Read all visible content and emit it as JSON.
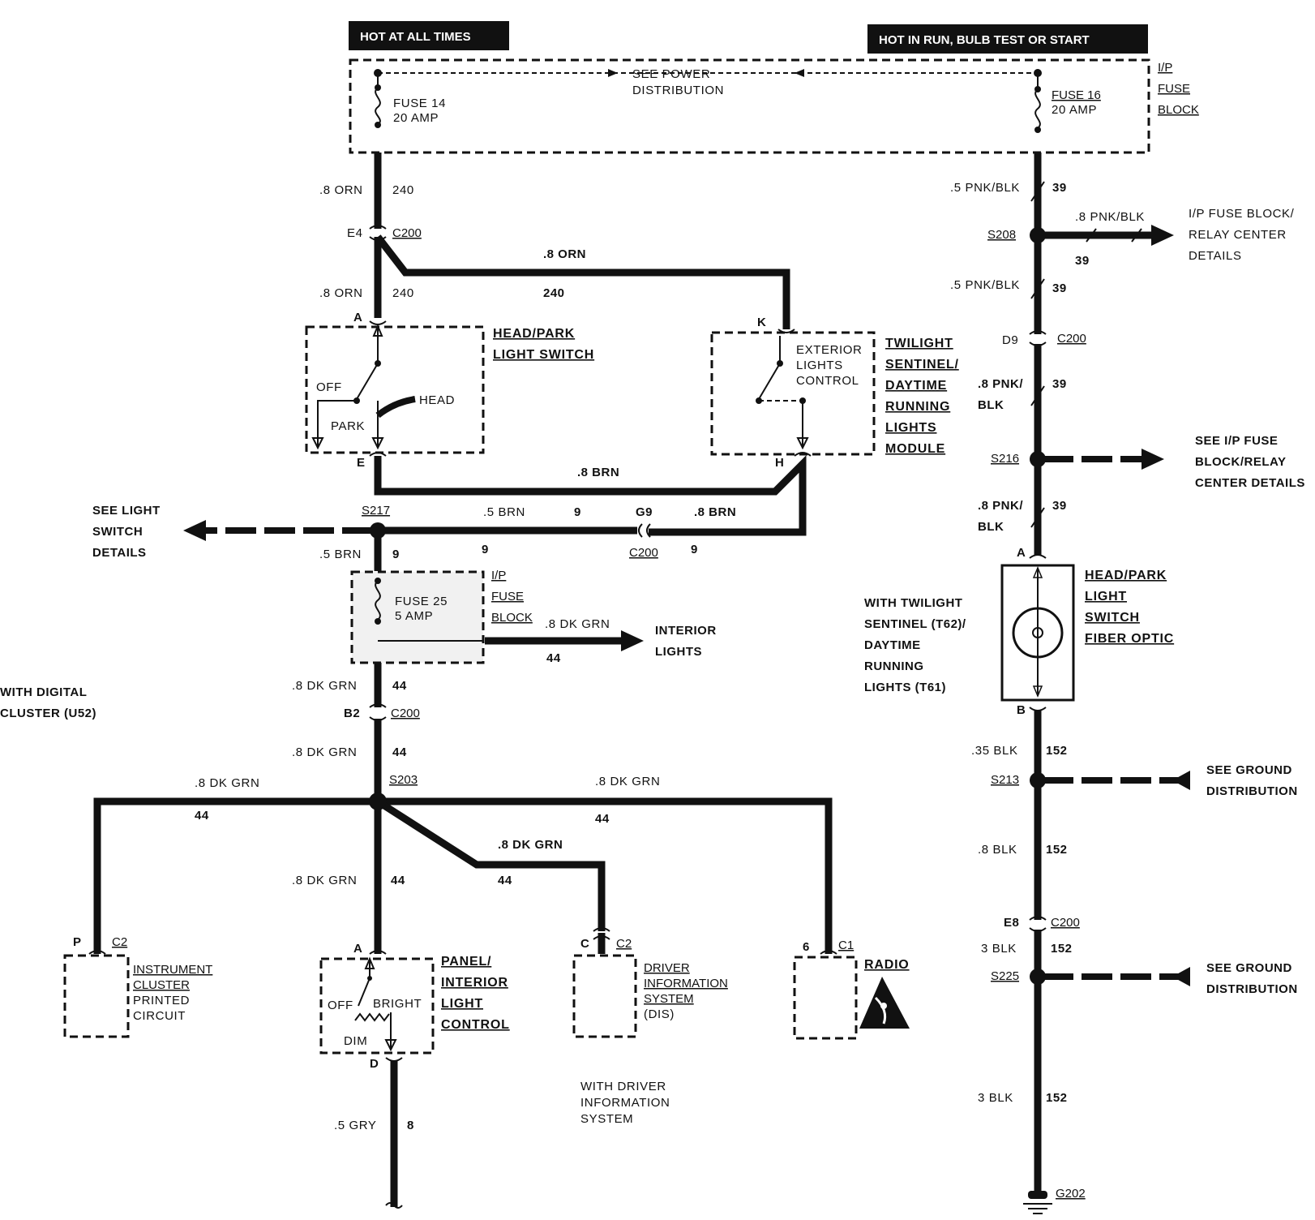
{
  "headers": {
    "hot_at_all_times": "HOT AT ALL TIMES",
    "hot_in_run": "HOT IN RUN, BULB TEST OR START"
  },
  "fuse_block_top": {
    "label_line1": "I/P",
    "label_line2": "FUSE",
    "label_line3": "BLOCK",
    "see_power_line1": "SEE POWER",
    "see_power_line2": "DISTRIBUTION",
    "fuse14_line1": "FUSE 14",
    "fuse14_line2": "20 AMP",
    "fuse16_line1": "FUSE 16",
    "fuse16_line2": "20 AMP"
  },
  "left_column": {
    "wire1_color": ".8 ORN",
    "wire1_circuit": "240",
    "e4": "E4",
    "c200_a": "C200",
    "wire_orn_top": ".8 ORN",
    "wire_orn_circ": "240",
    "wire2_color": ".8 ORN",
    "wire2_circuit": "240",
    "pin_a": "A",
    "pin_k": "K",
    "pin_e": "E",
    "pin_h": "H",
    "brn_top": ".8 BRN",
    "s217": "S217",
    "brn5": ".5 BRN",
    "circ9_a": "9",
    "g9": "G9",
    "brn8": ".8 BRN",
    "brn5_b": ".5 BRN",
    "circ9_b": "9",
    "circ9_c": "9",
    "c200_b": "C200",
    "circ9_d": "9",
    "see_light_line1": "SEE LIGHT",
    "see_light_line2": "SWITCH",
    "see_light_line3": "DETAILS"
  },
  "head_park_switch": {
    "title_line1": "HEAD/PARK",
    "title_line2": "LIGHT SWITCH",
    "off": "OFF",
    "head": "HEAD",
    "park": "PARK"
  },
  "twilight_module": {
    "inner_line1": "EXTERIOR",
    "inner_line2": "LIGHTS",
    "inner_line3": "CONTROL",
    "title_line1": "TWILIGHT",
    "title_line2": "SENTINEL/",
    "title_line3": "DAYTIME",
    "title_line4": "RUNNING",
    "title_line5": "LIGHTS",
    "title_line6": "MODULE"
  },
  "fuse25": {
    "line1": "FUSE 25",
    "line2": "5 AMP",
    "block_line1": "I/P",
    "block_line2": "FUSE",
    "block_line3": "BLOCK",
    "out_color": ".8 DK GRN",
    "out_circuit": "44",
    "interior_line1": "INTERIOR",
    "interior_line2": "LIGHTS"
  },
  "lower_left": {
    "digital_line1": "WITH DIGITAL",
    "digital_line2": "CLUSTER (U52)",
    "dkgrn_a": ".8 DK GRN",
    "c44_a": "44",
    "b2": "B2",
    "c200": "C200",
    "dkgrn_b": ".8 DK GRN",
    "c44_b": "44",
    "s203": "S203",
    "dkgrn_left": ".8 DK GRN",
    "c44_left": "44",
    "dkgrn_right": ".8 DK GRN",
    "c44_right": "44",
    "dkgrn_diag": ".8 DK GRN",
    "c44_diag": "44",
    "dkgrn_down": ".8 DK GRN",
    "c44_down": "44",
    "pin_p": "P",
    "c2_a": "C2",
    "pin_a2": "A",
    "pin_c": "C",
    "c2_b": "C2",
    "pin_6": "6",
    "c1": "C1",
    "pin_d": "D",
    "gry": ".5 GRY",
    "circ8": "8"
  },
  "components_bottom": {
    "cluster_line1": "INSTRUMENT",
    "cluster_line2": "CLUSTER",
    "cluster_line3": "PRINTED",
    "cluster_line4": "CIRCUIT",
    "panel_line1": "PANEL/",
    "panel_line2": "INTERIOR",
    "panel_line3": "LIGHT",
    "panel_line4": "CONTROL",
    "panel_off": "OFF",
    "panel_bright": "BRIGHT",
    "panel_dim": "DIM",
    "dis_line1": "DRIVER",
    "dis_line2": "INFORMATION",
    "dis_line3": "SYSTEM",
    "dis_line4": "(DIS)",
    "radio": "RADIO",
    "with_dis_line1": "WITH DRIVER",
    "with_dis_line2": "INFORMATION",
    "with_dis_line3": "SYSTEM"
  },
  "right_column": {
    "pnk5_a": ".5 PNK/BLK",
    "c39_a": "39",
    "s208": "S208",
    "pnk8_arrow": ".8 PNK/BLK",
    "c39_arrow": "39",
    "relay_line1": "I/P FUSE BLOCK/",
    "relay_line2": "RELAY CENTER",
    "relay_line3": "DETAILS",
    "pnk5_b": ".5 PNK/BLK",
    "c39_b": "39",
    "d9": "D9",
    "c200": "C200",
    "pnk8_b1": ".8 PNK/",
    "pnk8_b2": "BLK",
    "c39_c": "39",
    "s216": "S216",
    "see_ip_line1": "SEE I/P FUSE",
    "see_ip_line2": "BLOCK/RELAY",
    "see_ip_line3": "CENTER DETAILS",
    "pnk8_c1": ".8 PNK/",
    "pnk8_c2": "BLK",
    "c39_d": "39",
    "pin_a": "A",
    "pin_b": "B",
    "fiber_line1": "HEAD/PARK",
    "fiber_line2": "LIGHT",
    "fiber_line3": "SWITCH",
    "fiber_line4": "FIBER OPTIC",
    "with_tw_line1": "WITH TWILIGHT",
    "with_tw_line2": "SENTINEL (T62)/",
    "with_tw_line3": "DAYTIME",
    "with_tw_line4": "RUNNING",
    "with_tw_line5": "LIGHTS (T61)",
    "blk35": ".35 BLK",
    "c152_a": "152",
    "s213": "S213",
    "ground_line1": "SEE GROUND",
    "ground_line2": "DISTRIBUTION",
    "blk8": ".8 BLK",
    "c152_b": "152",
    "e8": "E8",
    "c200_b": "C200",
    "blk3_a": "3 BLK",
    "c152_c": "152",
    "s225": "S225",
    "ground2_line1": "SEE GROUND",
    "ground2_line2": "DISTRIBUTION",
    "blk3_b": "3 BLK",
    "c152_d": "152",
    "g202": "G202"
  }
}
